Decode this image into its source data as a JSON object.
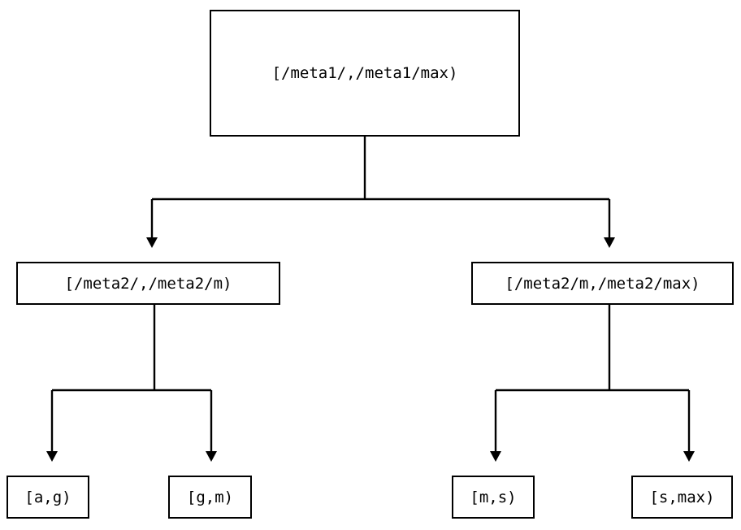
{
  "diagram": {
    "type": "tree",
    "title": "",
    "orientation": "top-down",
    "nodes": {
      "root": {
        "label": "[/meta1/,/meta1/max)"
      },
      "mid_left": {
        "label": "[/meta2/,/meta2/m)"
      },
      "mid_right": {
        "label": "[/meta2/m,/meta2/max)"
      },
      "leaf_1": {
        "label": "[a,g)"
      },
      "leaf_2": {
        "label": "[g,m)"
      },
      "leaf_3": {
        "label": "[m,s)"
      },
      "leaf_4": {
        "label": "[s,max)"
      }
    },
    "edges": [
      {
        "from": "root",
        "to": "mid_left",
        "arrow": "down"
      },
      {
        "from": "root",
        "to": "mid_right",
        "arrow": "down"
      },
      {
        "from": "mid_left",
        "to": "leaf_1",
        "arrow": "down"
      },
      {
        "from": "mid_left",
        "to": "leaf_2",
        "arrow": "down"
      },
      {
        "from": "mid_right",
        "to": "leaf_3",
        "arrow": "down"
      },
      {
        "from": "mid_right",
        "to": "leaf_4",
        "arrow": "down"
      }
    ],
    "colors": {
      "background": "#ffffff",
      "stroke": "#000000",
      "text": "#000000",
      "node_fill": "#ffffff"
    }
  }
}
